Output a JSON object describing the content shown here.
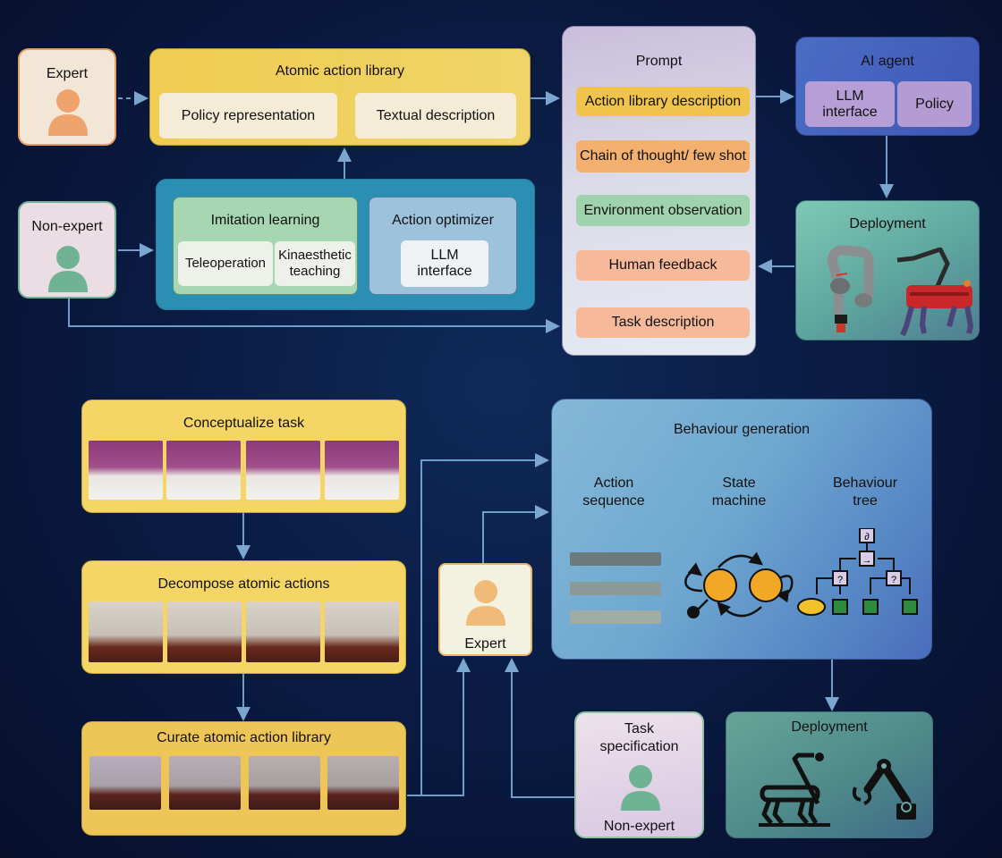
{
  "top": {
    "expert": {
      "label": "Expert"
    },
    "non_expert": {
      "label": "Non-expert"
    },
    "atomic_library": {
      "title": "Atomic action library",
      "items": [
        "Policy representation",
        "Textual description"
      ]
    },
    "imitation": {
      "title": "Imitation learning",
      "items": [
        "Teleoperation",
        "Kinaesthetic teaching"
      ]
    },
    "optimizer": {
      "title": "Action optimizer",
      "items": [
        "LLM interface"
      ]
    },
    "prompt": {
      "title": "Prompt",
      "items": [
        {
          "label": "Action library description",
          "color": "#f0c44a"
        },
        {
          "label": "Chain of thought/ few shot",
          "color": "#f3b06e"
        },
        {
          "label": "Environment observation",
          "color": "#9fd3ad"
        },
        {
          "label": "Human feedback",
          "color": "#f6b99a"
        },
        {
          "label": "Task description",
          "color": "#f6b99a"
        }
      ]
    },
    "ai_agent": {
      "title": "AI agent",
      "items": [
        "LLM interface",
        "Policy"
      ]
    },
    "deployment": {
      "title": "Deployment"
    }
  },
  "bottom": {
    "conceptualize": {
      "title": "Conceptualize task"
    },
    "decompose": {
      "title": "Decompose atomic actions"
    },
    "curate": {
      "title": "Curate atomic action library"
    },
    "expert": {
      "label": "Expert"
    },
    "behaviour": {
      "title": "Behaviour generation",
      "columns": [
        "Action sequence",
        "State machine",
        "Behaviour tree"
      ]
    },
    "task_spec": {
      "title": "Task specification",
      "label": "Non-expert"
    },
    "deployment": {
      "title": "Deployment"
    }
  },
  "colors": {
    "expert_accent": "#f0a868",
    "non_expert_accent": "#6fb394",
    "arrow": "#6f9fc9",
    "library_yellow": "#f2cf5a",
    "teal_container": "#2b93b8"
  }
}
